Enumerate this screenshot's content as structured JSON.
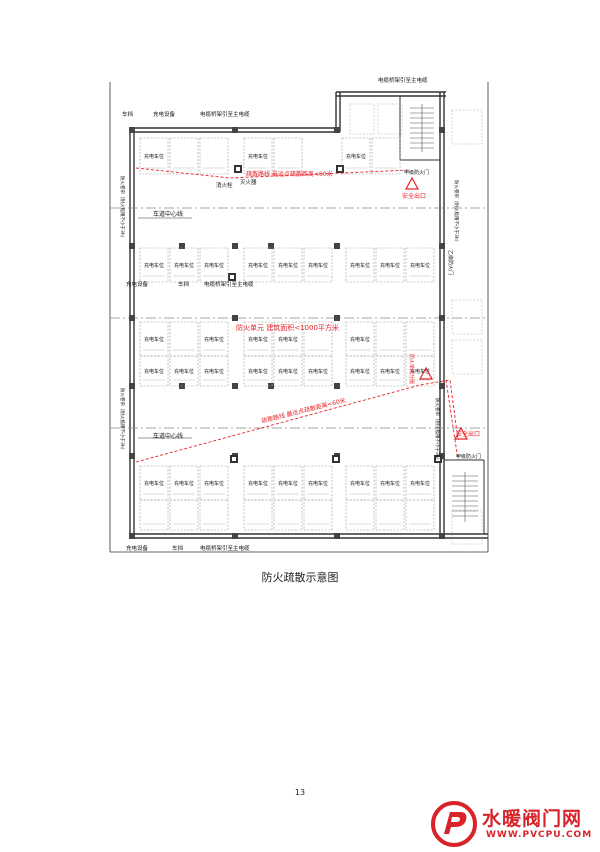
{
  "plan": {
    "cable_label": "电缆桥架引至主电缆",
    "label_chedang": "车挡",
    "label_charging_equipment": "充电设备",
    "label_space": "充电车位",
    "label_hydrant": "消火栓",
    "label_extinguisher": "灭火器",
    "label_lane_center": "车道中心线",
    "label_exit": "安全出口",
    "label_fire_door": "乙级防火门",
    "label_stair_door": "甲级防火门",
    "label_evac_route": "疏散路线",
    "label_evac_dist_top": "疏散路线  最远点疏散距离<60米",
    "label_evac_dist_mid": "疏散路线  最远点疏散距离<60米",
    "label_fire_unit": "防火单元  建筑面积<1000平方米",
    "label_fire_wall": "防火卷帘（耐火极限不小于3h）",
    "label_fire_sep_right": "防火单元分隔"
  },
  "caption": "防火疏散示意图",
  "page_number": "13",
  "watermark": {
    "brand": "水暖阀门网",
    "url": "WWW.PVCPU.COM"
  },
  "colors": {
    "line": "#333333",
    "grid": "#9a9a9a",
    "evac": "#e8242b"
  }
}
